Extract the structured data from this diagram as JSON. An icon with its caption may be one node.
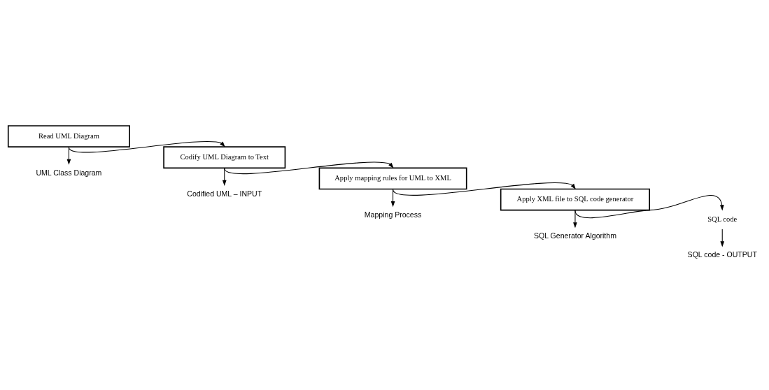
{
  "diagram": {
    "nodes": [
      {
        "text": [
          "Read UML Diagram"
        ]
      },
      {
        "text": [
          "UML Class Diagram"
        ]
      },
      {
        "text": [
          "Codify UML Diagram to Text"
        ]
      },
      {
        "text": [
          "Codified UML – INPUT"
        ]
      },
      {
        "text": [
          "Apply mapping rules for UML to XML"
        ]
      },
      {
        "text": [
          "Mapping Process"
        ]
      },
      {
        "text": [
          "Apply XML file to SQL code generator"
        ]
      },
      {
        "text": [
          "SQL Generator Algorithm"
        ]
      },
      {
        "text": [
          "SQL code"
        ]
      },
      {
        "text": [
          "SQL code - OUTPUT"
        ]
      }
    ],
    "edges": [
      {
        "from": 0,
        "to": 1,
        "arrow": "to"
      },
      {
        "from": 0,
        "to": 2,
        "arrow": "to"
      },
      {
        "from": 2,
        "to": 3,
        "arrow": "to"
      },
      {
        "from": 2,
        "to": 4,
        "arrow": "to"
      },
      {
        "from": 4,
        "to": 5,
        "arrow": "to"
      },
      {
        "from": 4,
        "to": 6,
        "arrow": "to"
      },
      {
        "from": 6,
        "to": 7,
        "arrow": "to"
      },
      {
        "from": 6,
        "to": 8,
        "arrow": "to"
      },
      {
        "from": 8,
        "to": 9,
        "arrow": "to"
      }
    ]
  }
}
